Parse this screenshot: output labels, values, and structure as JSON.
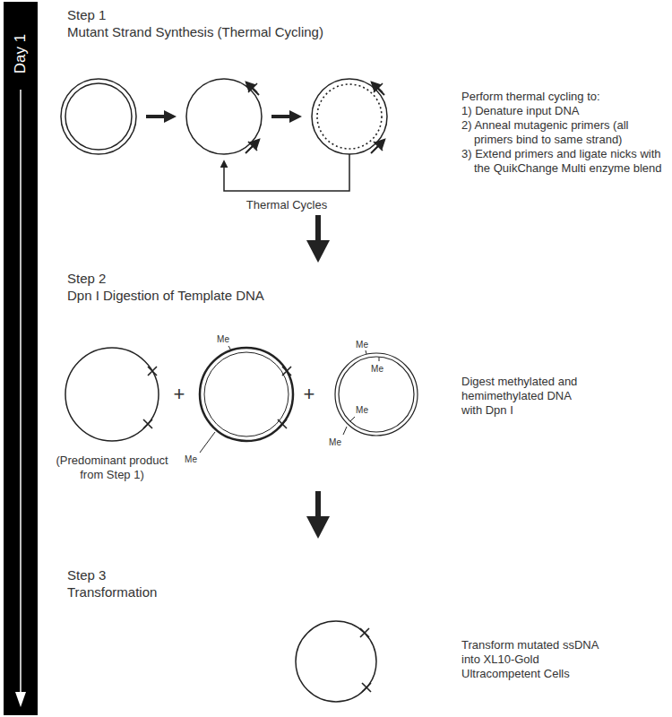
{
  "diagram": {
    "nodes": [
      {
        "text": [
          "Day 1"
        ]
      }
    ],
    "labels": [
      "Step 1",
      "Mutant Strand Synthesis (Thermal Cycling)",
      "Perform thermal cycling to:",
      "1) Denature input DNA",
      "2) Anneal mutagenic primers (all primers bind to same strand)",
      "3) Extend primers and ligate nicks with the QuikChange Multi enzyme blend",
      "Thermal Cycles",
      "Step 2",
      "Dpn I Digestion of Template DNA",
      "+",
      "+",
      "Me",
      "Me",
      "Me",
      "Me",
      "Me",
      "Me",
      "(Predominant product from Step 1)",
      "Digest methylated and hemimethylated DNA with Dpn I",
      "Step 3",
      "Transformation",
      "Transform mutated ssDNA into XL10-Gold Ultracompetent Cells"
    ]
  }
}
